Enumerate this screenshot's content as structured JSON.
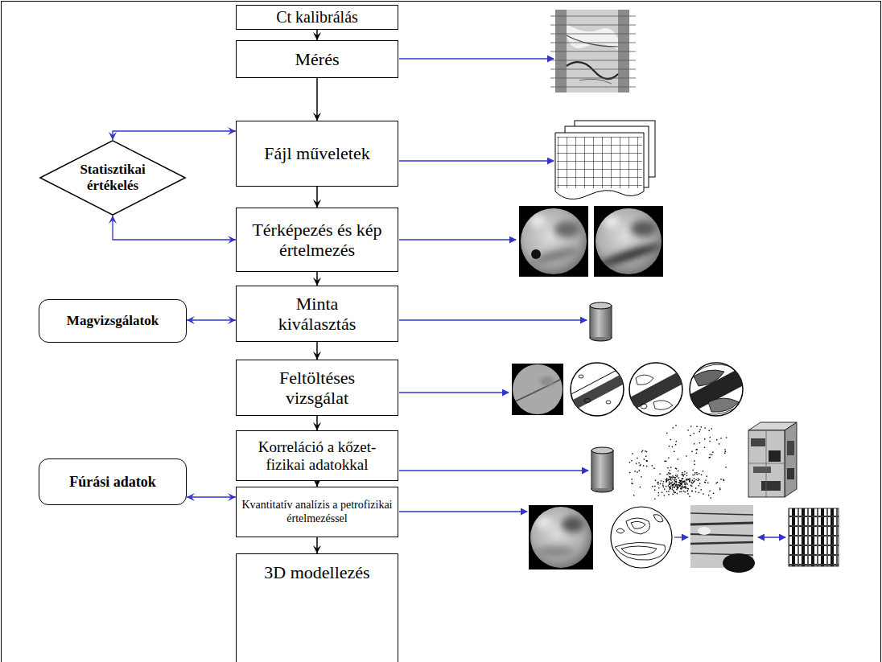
{
  "diagram": {
    "nodes": [
      {
        "text": [
          "Ct kalibrálás"
        ]
      },
      {
        "text": [
          "Mérés"
        ]
      },
      {
        "text": [
          "Fájl műveletek"
        ]
      },
      {
        "text": [
          "Statisztikai értékelés"
        ]
      },
      {
        "text": [
          "Térképezés és kép értelmezés"
        ]
      },
      {
        "text": [
          "Magvizsgálatok"
        ]
      },
      {
        "text": [
          "Minta kiválasztás"
        ]
      },
      {
        "text": [
          "Feltöltéses vizsgálat"
        ]
      },
      {
        "text": [
          "Korreláció a kőzet- fizikai adatokkal"
        ]
      },
      {
        "text": [
          "Fúrási adatok"
        ]
      },
      {
        "text": [
          "Kvantitatív analízis a petrofizikai értelmezéssel"
        ]
      },
      {
        "text": [
          "3D modellezés"
        ]
      }
    ],
    "edges": [
      {
        "from": 0,
        "to": 1,
        "arrow": "to"
      },
      {
        "from": 1,
        "to": 2,
        "arrow": "to"
      },
      {
        "from": 2,
        "to": 4,
        "arrow": "to"
      },
      {
        "from": 4,
        "to": 6,
        "arrow": "to"
      },
      {
        "from": 6,
        "to": 7,
        "arrow": "to"
      },
      {
        "from": 7,
        "to": 8,
        "arrow": "to"
      },
      {
        "from": 8,
        "to": 10,
        "arrow": "to"
      },
      {
        "from": 10,
        "to": 11,
        "arrow": "to"
      },
      {
        "from": 3,
        "to": 2,
        "arrow": "both"
      },
      {
        "from": 3,
        "to": 4,
        "arrow": "both"
      },
      {
        "from": 5,
        "to": 6,
        "arrow": "both"
      },
      {
        "from": 9,
        "to": 10,
        "arrow": "both"
      }
    ]
  }
}
